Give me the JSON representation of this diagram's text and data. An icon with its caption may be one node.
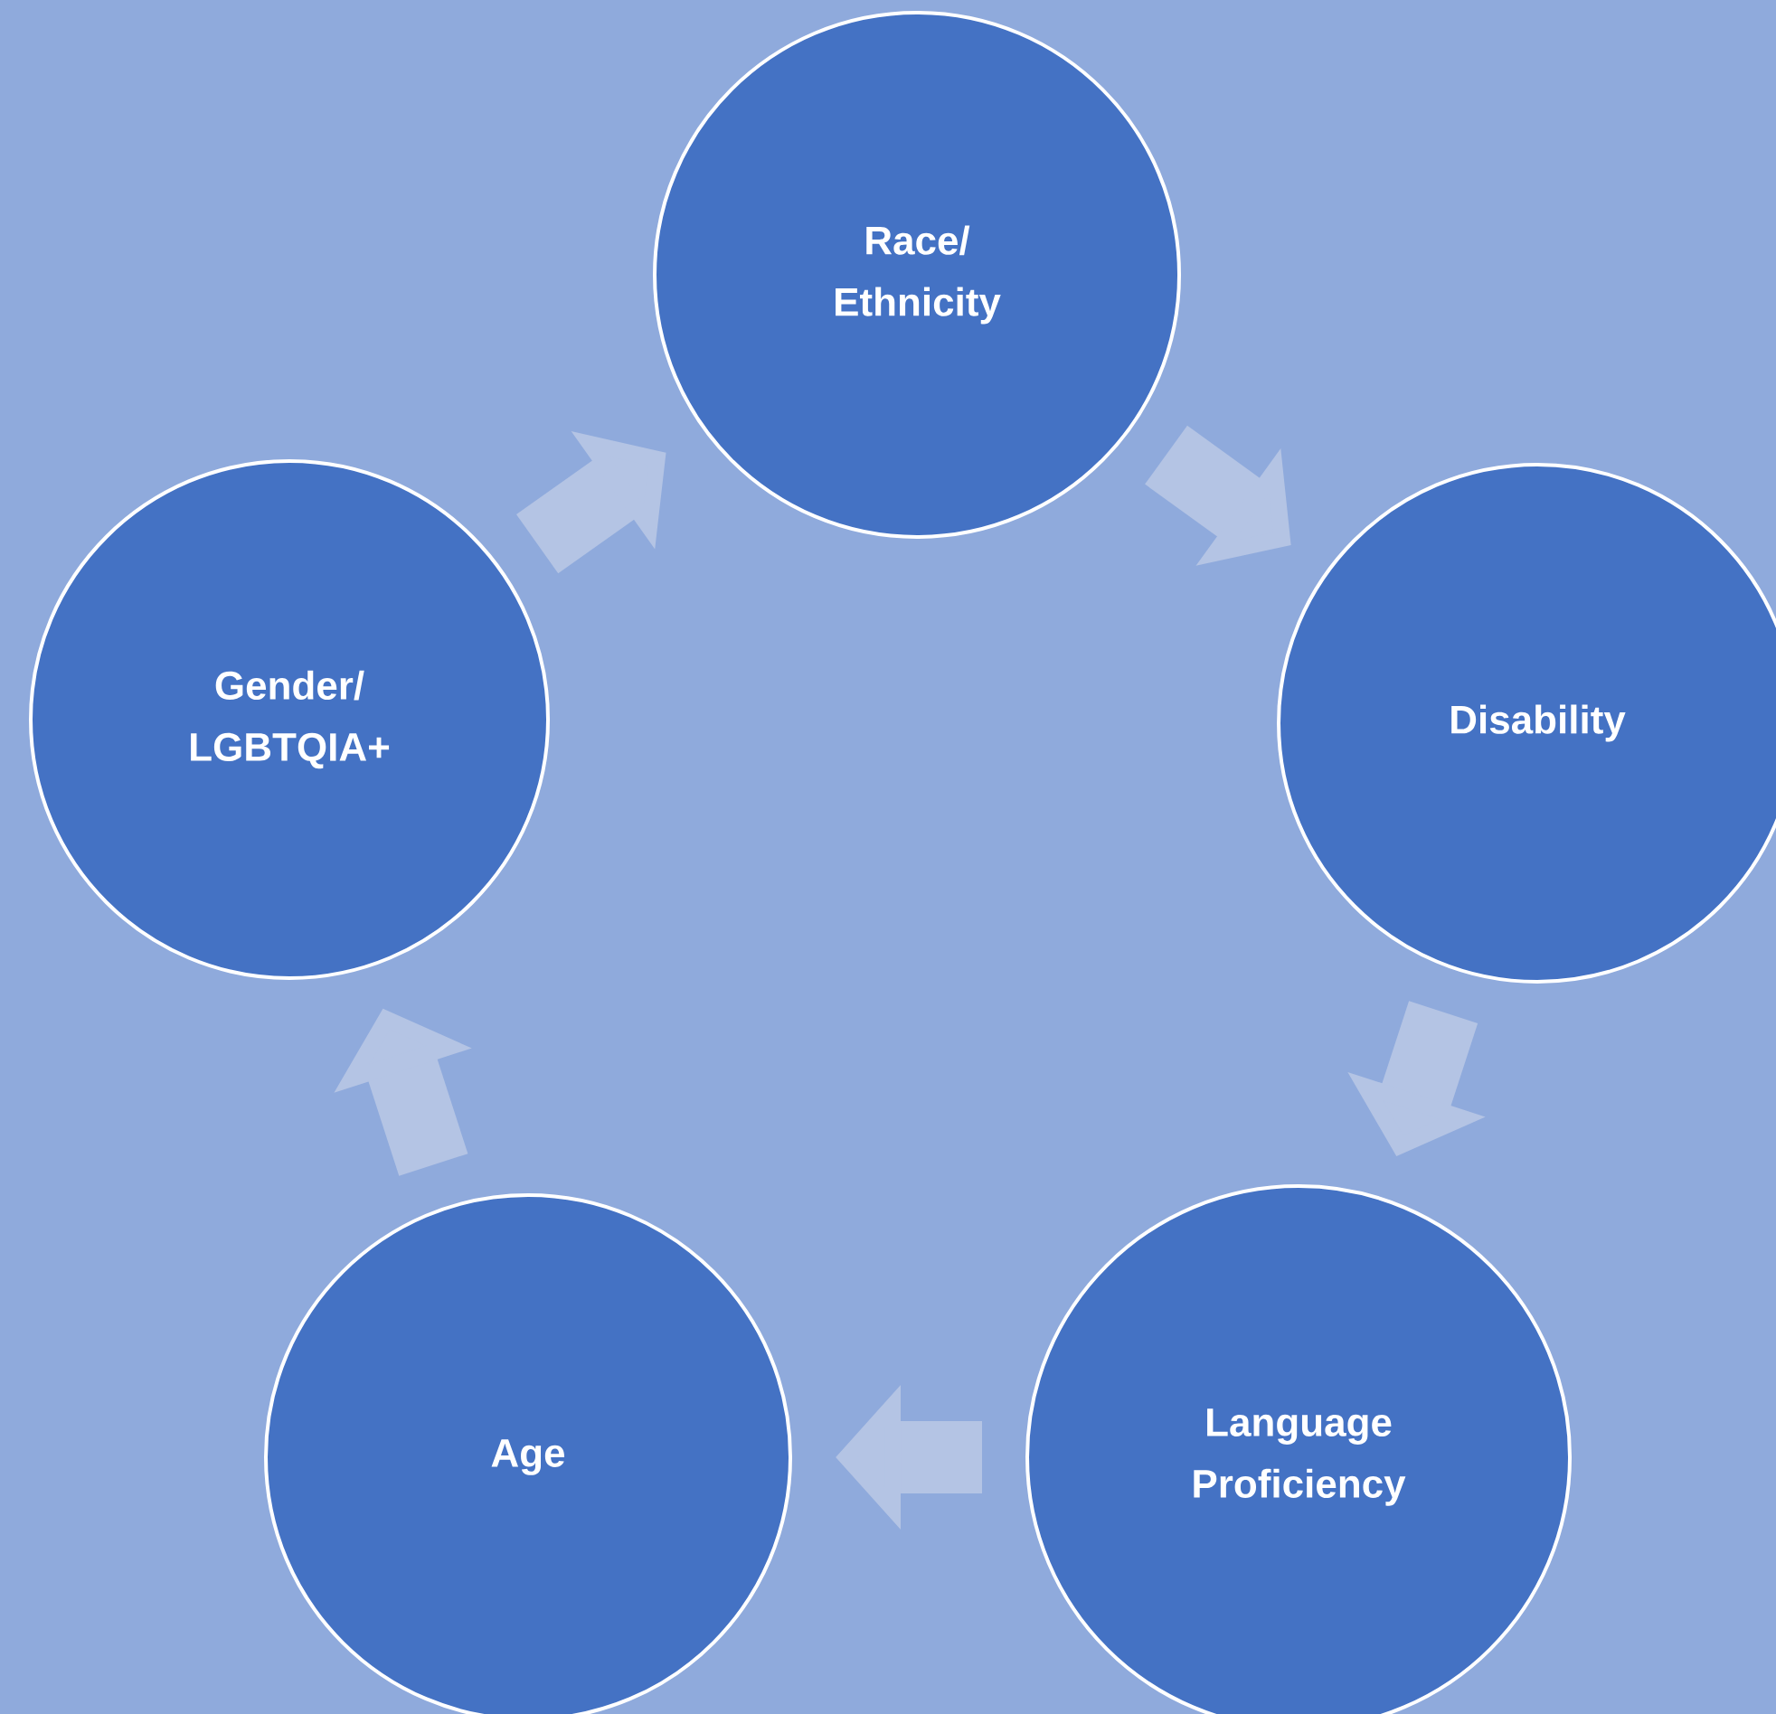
{
  "diagram": {
    "nodes": [
      {
        "text": [
          "Race/ Ethnicity"
        ]
      },
      {
        "text": [
          "Disability"
        ]
      },
      {
        "text": [
          "Language Proficiency"
        ]
      },
      {
        "text": [
          "Age"
        ]
      },
      {
        "text": [
          "Gender/ LGBTQIA+"
        ]
      }
    ],
    "edges": [
      {
        "from": 0,
        "to": 1,
        "arrow": "to"
      },
      {
        "from": 1,
        "to": 2,
        "arrow": "to"
      },
      {
        "from": 2,
        "to": 3,
        "arrow": "to"
      },
      {
        "from": 3,
        "to": 4,
        "arrow": "to"
      },
      {
        "from": 4,
        "to": 0,
        "arrow": "to"
      }
    ]
  }
}
